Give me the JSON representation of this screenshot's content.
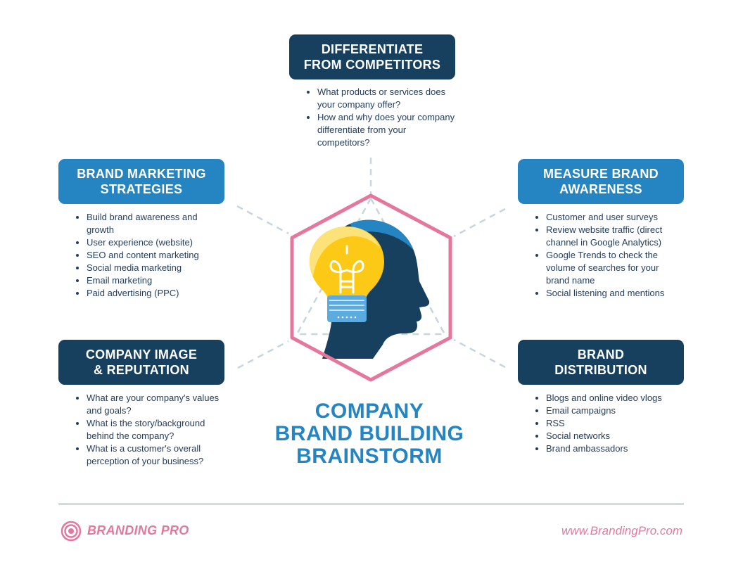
{
  "boxes": {
    "differentiate": {
      "line1": "DIFFERENTIATE",
      "line2": "FROM COMPETITORS"
    },
    "marketing": {
      "line1": "BRAND MARKETING",
      "line2": "STRATEGIES"
    },
    "measure": {
      "line1": "MEASURE BRAND",
      "line2": "AWARENESS"
    },
    "image": {
      "line1": "COMPANY IMAGE",
      "line2": "& REPUTATION"
    },
    "distribution": {
      "line1": "BRAND",
      "line2": "DISTRIBUTION"
    }
  },
  "lists": {
    "differentiate": [
      "What products or services does your company offer?",
      "How and why does your company differentiate from your competitors?"
    ],
    "marketing": [
      "Build brand awareness and growth",
      "User experience (website)",
      "SEO and content marketing",
      "Social media marketing",
      "Email marketing",
      "Paid advertising (PPC)"
    ],
    "measure": [
      "Customer and user surveys",
      "Review website traffic (direct channel in Google Analytics)",
      "Google Trends to check the volume of searches for your brand name",
      "Social listening and mentions"
    ],
    "image": [
      "What are your company's values and goals?",
      "What is the story/background behind the company?",
      "What is a customer's overall perception of your business?"
    ],
    "distribution": [
      "Blogs and online video vlogs",
      "Email campaigns",
      "RSS",
      "Social networks",
      "Brand ambassadors"
    ]
  },
  "title": {
    "line1": "COMPANY",
    "line2": "BRAND BUILDING",
    "line3": "BRAINSTORM"
  },
  "footer": {
    "brand": "BRANDING PRO",
    "url": "www.BrandingPro.com"
  },
  "colors": {
    "dark_navy": "#16405e",
    "blue": "#2585c3",
    "pink": "#e6779c",
    "yellow": "#fcc917",
    "light_blue": "#5aabe0",
    "dash_gray": "#c5d7dc"
  },
  "icons": [
    "lightbulb-icon",
    "head-silhouette-icon",
    "hexagon-frame",
    "target-logo-icon"
  ]
}
